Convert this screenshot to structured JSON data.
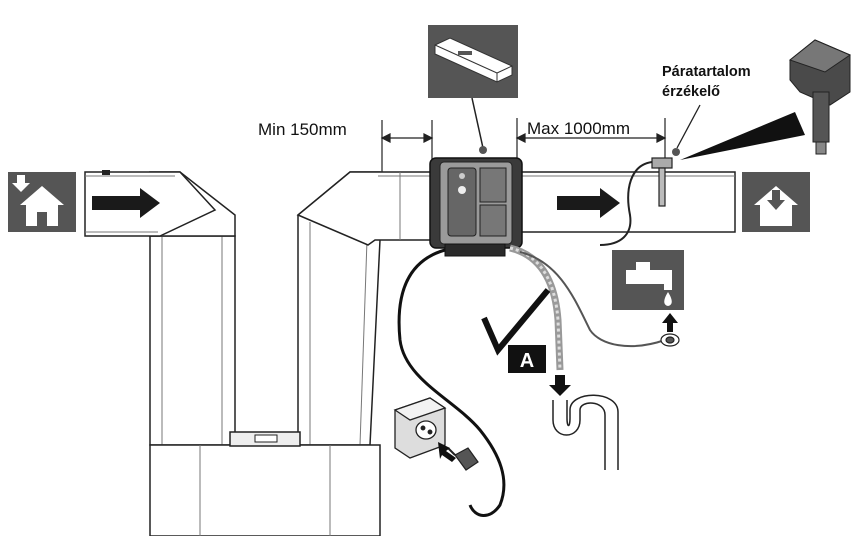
{
  "labels": {
    "min_distance": "Min 150mm",
    "max_distance": "Max 1000mm",
    "sensor_line1": "Páratartalom",
    "sensor_line2": "érzékelő",
    "badge": "A"
  },
  "icons": {
    "inlet": "house-arrow-down-icon",
    "outlet": "house-arrow-down-icon",
    "level": "spirit-level-icon",
    "tap": "water-tap-icon",
    "socket": "power-socket-icon",
    "plug": "power-plug-icon",
    "sensor": "humidity-sensor-icon",
    "check": "checkmark-icon"
  },
  "colors": {
    "line": "#222222",
    "panel": "#555555",
    "icon_fill": "#ffffff",
    "duct_fill": "#ffffff",
    "unit_dark": "#3a3a3a",
    "unit_light": "#9a9a9a"
  }
}
